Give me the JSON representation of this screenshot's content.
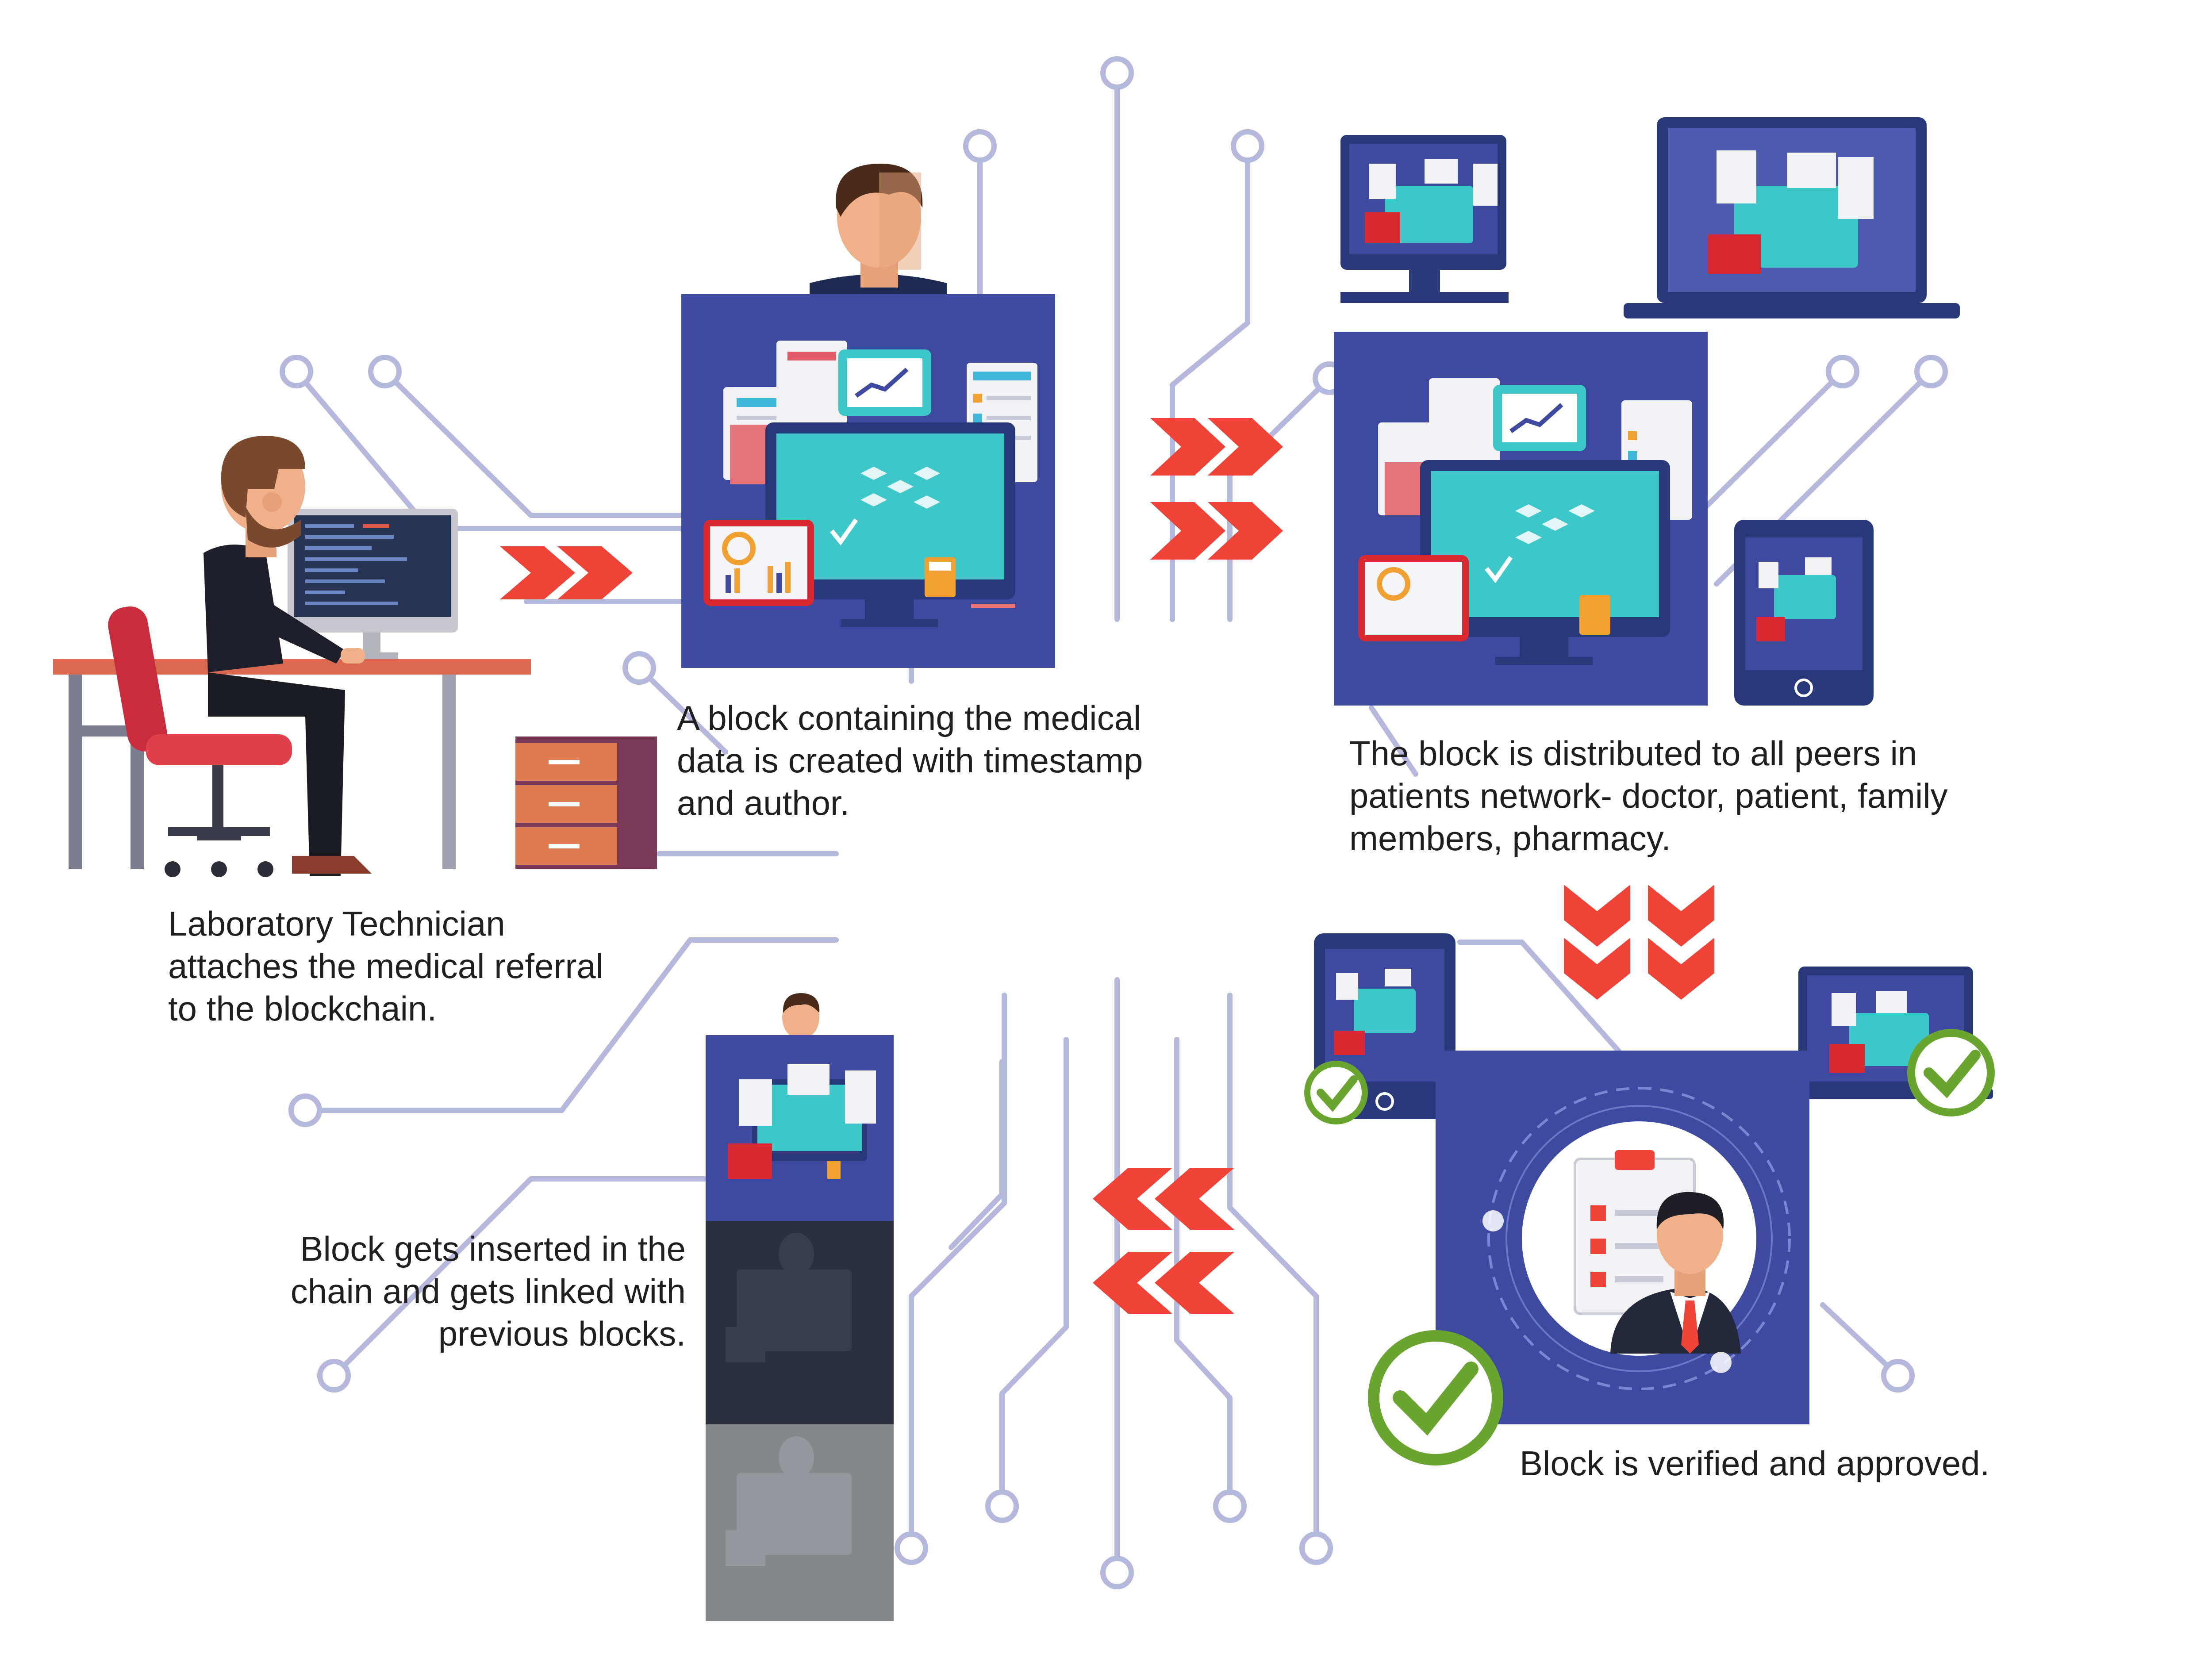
{
  "captions": {
    "technician": "Laboratory Technician\nattaches the medical referral\nto the blockchain.",
    "block_created": "A block containing the medical\ndata is created with timestamp\nand author.",
    "distributed": "The block is distributed to all peers in\npatients network- doctor, patient, family\nmembers, pharmacy.",
    "verified": "Block is verified and approved.",
    "inserted": "Block gets inserted in the\nchain and gets linked with\nprevious blocks."
  },
  "colors": {
    "circuit": "#b3b8dc",
    "block": "#3d4aa0",
    "arrow": "#ef4338",
    "check": "#6aa52f",
    "chain_dark": "#2c2f3c",
    "chain_gray": "#86878b",
    "screen": "#3ec7c9"
  },
  "icons": [
    "technician-at-desk-icon",
    "author-avatar-icon",
    "monitor-icon",
    "laptop-icon",
    "tablet-icon",
    "doctor-avatar-icon",
    "checkmark-icon",
    "chevron-arrow-icon",
    "bitcoin-icon"
  ]
}
